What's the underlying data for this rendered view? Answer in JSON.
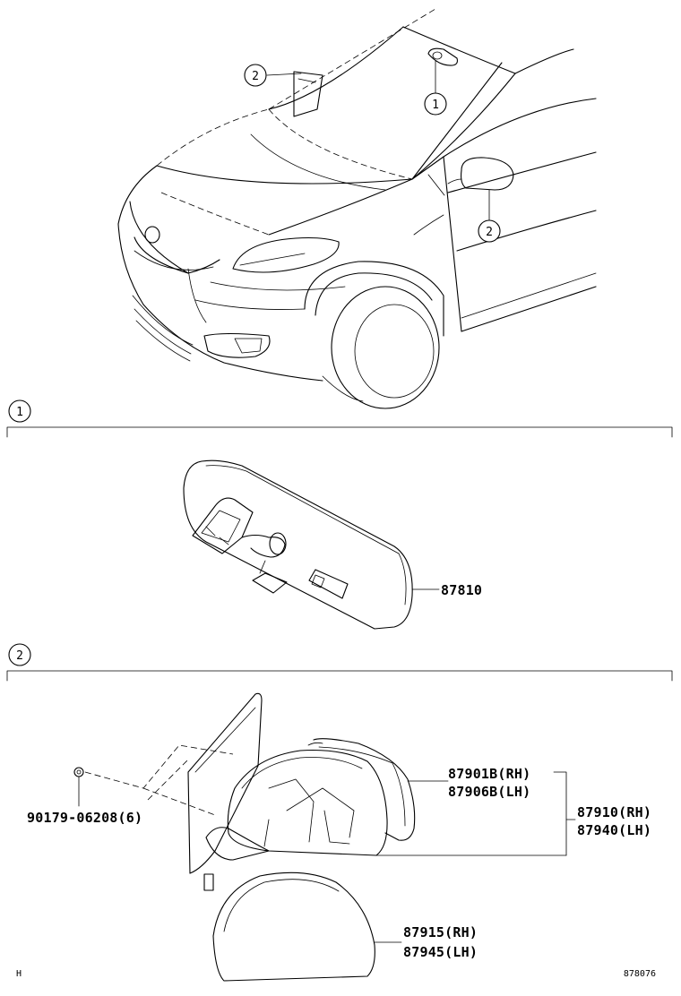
{
  "callouts": {
    "car_interior_mirror": "1",
    "car_door_mirror_top": "2",
    "car_door_mirror_side": "2",
    "section_1": "1",
    "section_2": "2"
  },
  "parts": {
    "inner_mirror": "87810",
    "mirror_glass_rh": "87901B(RH)",
    "mirror_glass_lh": "87906B(LH)",
    "mirror_assy_rh": "87910(RH)",
    "mirror_assy_lh": "87940(LH)",
    "screw": "90179-06208(6)",
    "cover_rh": "87915(RH)",
    "cover_lh": "87945(LH)"
  },
  "footer": {
    "left_code": "H",
    "right_code": "878076"
  }
}
